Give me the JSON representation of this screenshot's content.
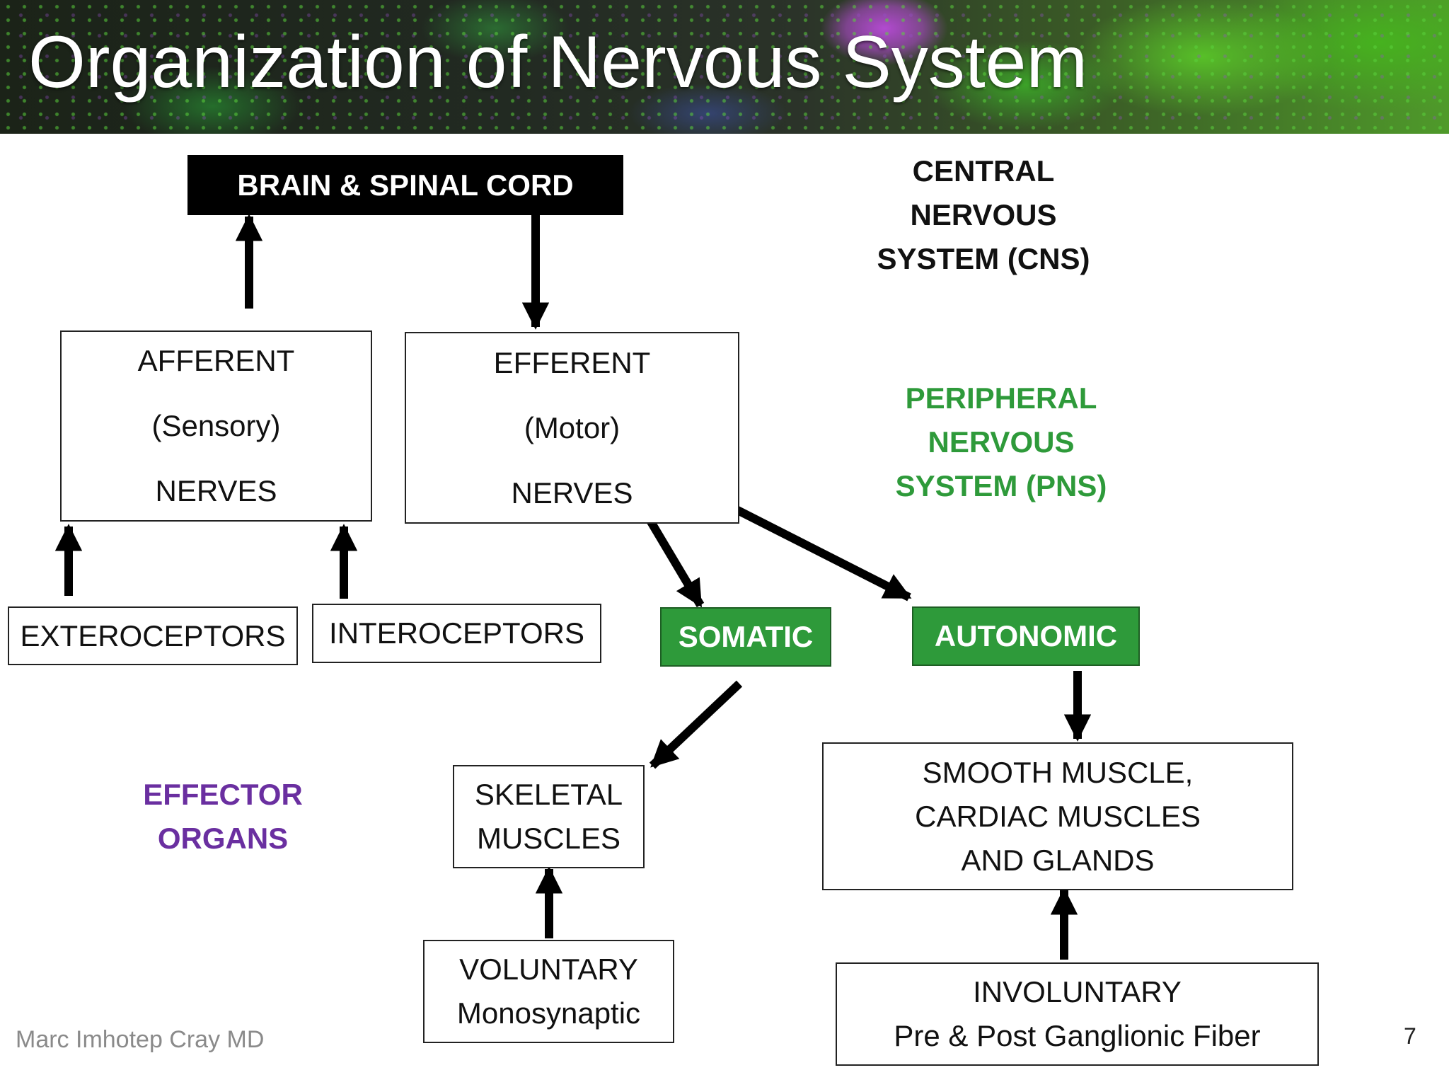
{
  "title": "Organization of Nervous System",
  "colors": {
    "cns_label": "#111111",
    "pns_label": "#2e9a3a",
    "effector_label": "#6a2fa0",
    "accent_green": "#2e9a3a"
  },
  "nodes": {
    "brain": "BRAIN & SPINAL CORD",
    "afferent": [
      "AFFERENT",
      "(Sensory)",
      "NERVES"
    ],
    "efferent": [
      "EFFERENT",
      "(Motor)",
      "NERVES"
    ],
    "exteroceptors": "EXTEROCEPTORS",
    "interoceptors": "INTEROCEPTORS",
    "somatic": "SOMATIC",
    "autonomic": "AUTONOMIC",
    "skeletal": [
      "SKELETAL",
      "MUSCLES"
    ],
    "smooth": [
      "SMOOTH MUSCLE,",
      "CARDIAC MUSCLES",
      "AND GLANDS"
    ],
    "voluntary": [
      "VOLUNTARY",
      "Monosynaptic"
    ],
    "involuntary": [
      "INVOLUNTARY",
      "Pre & Post Ganglionic Fiber"
    ]
  },
  "labels": {
    "cns": [
      "CENTRAL",
      "NERVOUS",
      "SYSTEM (CNS)"
    ],
    "pns": [
      "PERIPHERAL",
      "NERVOUS",
      "SYSTEM (PNS)"
    ],
    "effector": [
      "EFFECTOR",
      "ORGANS"
    ]
  },
  "footer": "Marc Imhotep Cray MD",
  "page_number": "7"
}
